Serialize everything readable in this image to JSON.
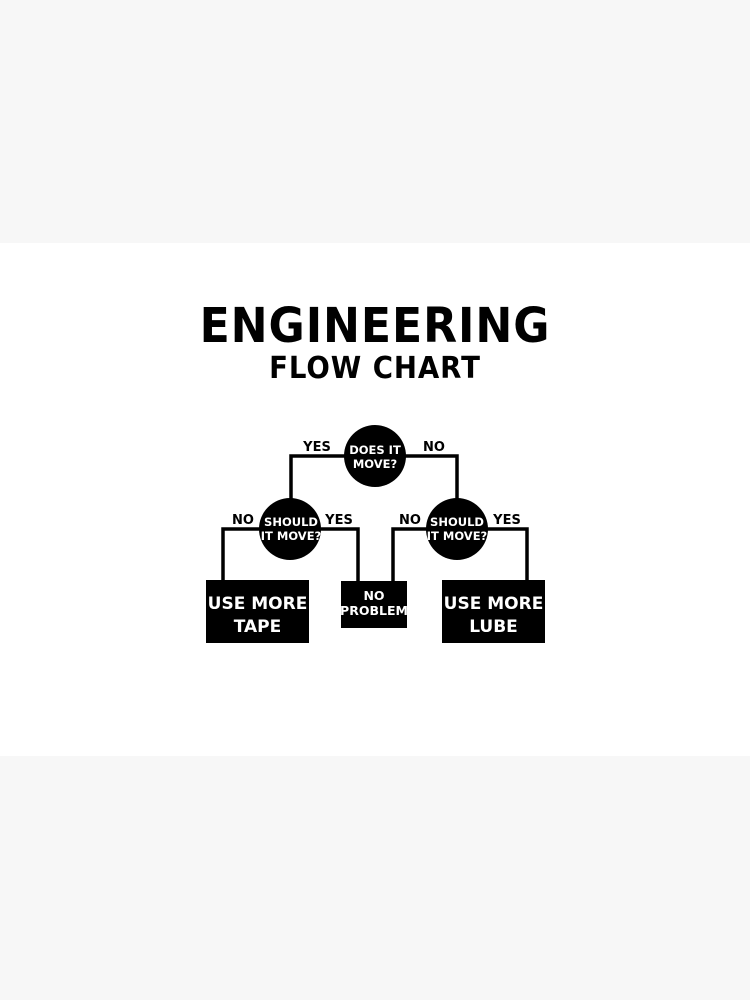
{
  "title": {
    "main": "ENGINEERING",
    "sub": "FLOW CHART"
  },
  "colors": {
    "outer_background": "#f7f7f7",
    "band_background": "#ffffff",
    "ink": "#000000",
    "reverse_text": "#ffffff"
  },
  "flowchart": {
    "nodes": {
      "root": {
        "type": "decision",
        "lines": [
          "DOES IT",
          "MOVE?"
        ]
      },
      "left_decision": {
        "type": "decision",
        "lines": [
          "SHOULD",
          "IT MOVE?"
        ]
      },
      "right_decision": {
        "type": "decision",
        "lines": [
          "SHOULD",
          "IT MOVE?"
        ]
      },
      "tape": {
        "type": "outcome",
        "lines": [
          "USE MORE",
          "TAPE"
        ]
      },
      "no_problem": {
        "type": "outcome",
        "lines": [
          "NO",
          "PROBLEM"
        ]
      },
      "lube": {
        "type": "outcome",
        "lines": [
          "USE MORE",
          "LUBE"
        ]
      }
    },
    "edges": {
      "root_yes": {
        "from": "root",
        "to": "left_decision",
        "label": "YES"
      },
      "root_no": {
        "from": "root",
        "to": "right_decision",
        "label": "NO"
      },
      "left_no": {
        "from": "left_decision",
        "to": "tape",
        "label": "NO"
      },
      "left_yes": {
        "from": "left_decision",
        "to": "no_problem",
        "label": "YES"
      },
      "right_no": {
        "from": "right_decision",
        "to": "no_problem",
        "label": "NO"
      },
      "right_yes": {
        "from": "right_decision",
        "to": "lube",
        "label": "YES"
      }
    }
  }
}
